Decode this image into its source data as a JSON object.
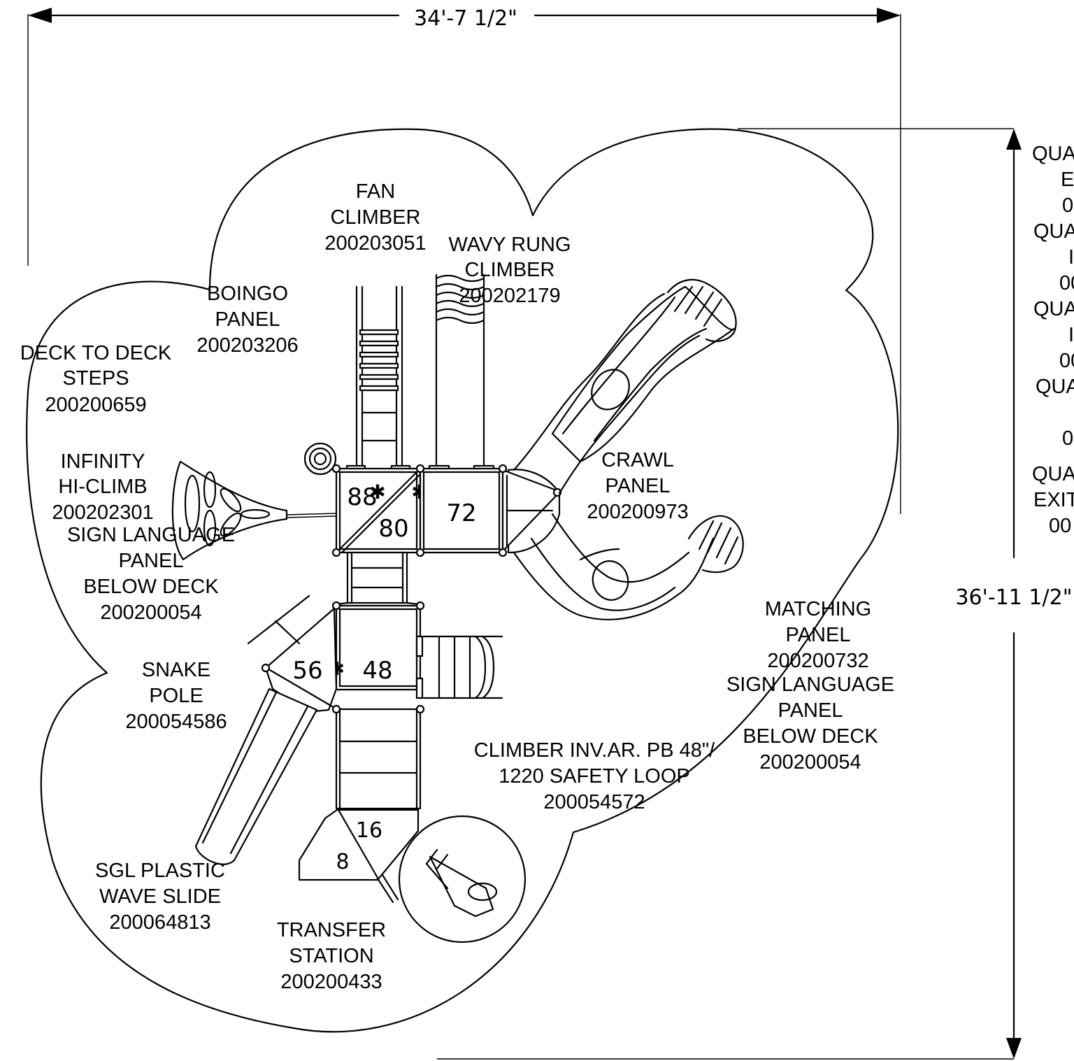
{
  "dimensions": {
    "width_label": "34'-7 1/2\"",
    "height_label": "36'-11 1/2\""
  },
  "deck_numbers": [
    "88",
    "80",
    "72",
    "56",
    "48",
    "16",
    "8"
  ],
  "labels": {
    "fan_climber": [
      "FAN",
      "CLIMBER",
      "200203051"
    ],
    "wavy_rung_climber": [
      "WAVY RUNG",
      "CLIMBER",
      "200202179"
    ],
    "boingo_panel": [
      "BOINGO",
      "PANEL",
      "200203206"
    ],
    "deck_to_deck_steps": [
      "DECK TO DECK",
      "STEPS",
      "200200659"
    ],
    "infinity_hi_climb": [
      "INFINITY",
      "HI-CLIMB",
      "200202301"
    ],
    "sign_language_panel_left": [
      "SIGN LANGUAGE",
      "PANEL",
      "BELOW DECK",
      "200200054"
    ],
    "snake_pole": [
      "SNAKE",
      "POLE",
      "200054586"
    ],
    "crawl_panel": [
      "CRAWL",
      "PANEL",
      "200200973"
    ],
    "matching_panel": [
      "MATCHING",
      "PANEL",
      "200200732"
    ],
    "sign_language_panel_right": [
      "SIGN LANGUAGE",
      "PANEL",
      "BELOW DECK",
      "200200054"
    ],
    "climber_inv_ar": [
      "CLIMBER INV.AR. PB 48\"/",
      "1220 SAFETY LOOP",
      "200054572"
    ],
    "sgl_plastic_wave_slide": [
      "SGL PLASTIC",
      "WAVE SLIDE",
      "200064813"
    ],
    "transfer_station": [
      "TRANSFER",
      "STATION",
      "200200433"
    ]
  },
  "side_notes": [
    "QUA",
    "E",
    "0",
    "QUA",
    "I",
    "00",
    "QUA",
    "I",
    "00",
    "QUA",
    "0",
    "QUA",
    "EXIT",
    "00"
  ]
}
